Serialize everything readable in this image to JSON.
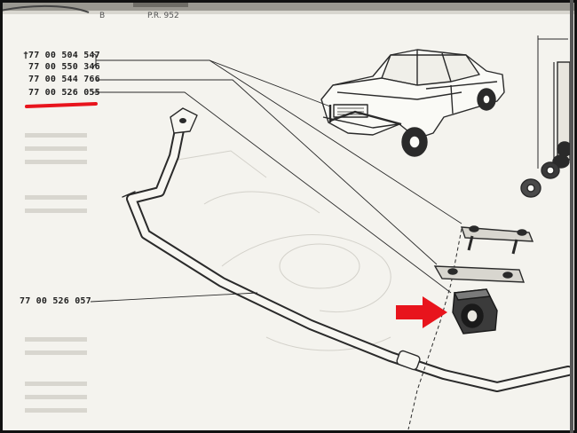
{
  "header": {
    "letter": "B",
    "reference": "P.R. 952"
  },
  "part_numbers": {
    "bracket_top_1": "77 00 504 547",
    "bracket_top_2": "77 00 550 346",
    "clamp": "77 00 544 766",
    "bushing": "77 00 526 055",
    "anti_roll_bar": "77 00 526 057",
    "bracket_top_1_marker": "†"
  },
  "highlights": {
    "underline_color": "#e8141c",
    "arrow_color": "#e8141c"
  },
  "colors": {
    "paper": "#f4f3ee",
    "ink": "#2a2a2a",
    "ghost": "#c9c7c0"
  }
}
